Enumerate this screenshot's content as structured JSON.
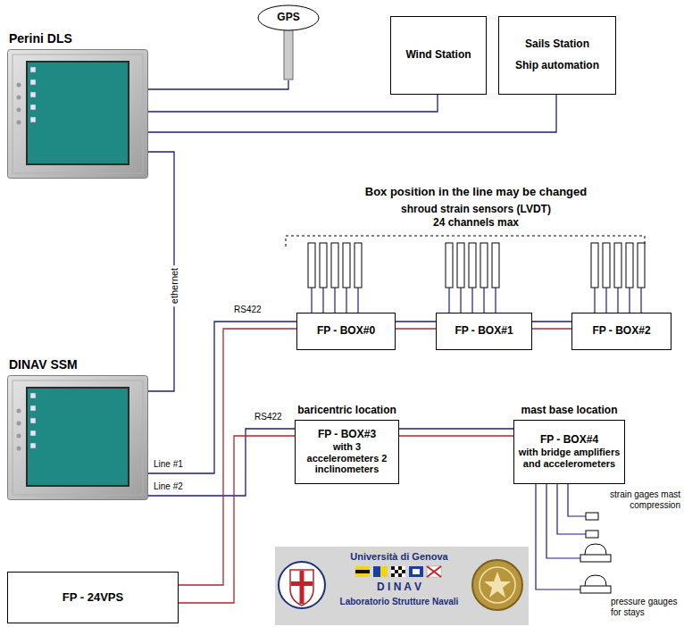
{
  "diagram": {
    "nodes": [
      {
        "text": [
          "Perini DLS"
        ]
      },
      {
        "text": [
          "GPS"
        ]
      },
      {
        "text": [
          "Wind Station"
        ]
      },
      {
        "text": [
          "Sails Station",
          "Ship automation"
        ]
      },
      {
        "text": [
          "DINAV SSM"
        ]
      },
      {
        "text": [
          "FP - BOX#0"
        ]
      },
      {
        "text": [
          "FP - BOX#1"
        ]
      },
      {
        "text": [
          "FP - BOX#2"
        ]
      },
      {
        "text": [
          "baricentric location",
          "FP - BOX#3",
          "with 3 accelerometers 2 inclinometers"
        ]
      },
      {
        "text": [
          "mast base location",
          "FP - BOX#4",
          "with bridge amplifiers and accelerometers"
        ]
      },
      {
        "text": [
          "FP - 24VPS"
        ]
      }
    ],
    "edges": [
      {
        "from": 0,
        "to": 1,
        "arrow": "none"
      },
      {
        "from": 0,
        "to": 2,
        "arrow": "none"
      },
      {
        "from": 0,
        "to": 3,
        "arrow": "none"
      },
      {
        "from": 0,
        "to": 4,
        "label": "ethernet",
        "arrow": "none"
      },
      {
        "from": 4,
        "to": 5,
        "arrow": "none"
      },
      {
        "from": 4,
        "to": 8,
        "arrow": "none"
      },
      {
        "from": 5,
        "to": 6,
        "arrow": "none"
      },
      {
        "from": 6,
        "to": 7,
        "arrow": "none"
      },
      {
        "from": 8,
        "to": 9,
        "arrow": "none"
      },
      {
        "from": 10,
        "to": 5,
        "arrow": "none"
      },
      {
        "from": 10,
        "to": 8,
        "arrow": "none"
      }
    ],
    "labels": [
      "Box position in the line may be changed",
      "shroud strain sensors (LVDT)",
      "24 channels max",
      "RS422",
      "RS422",
      "Line #1",
      "Line #2",
      "strain gages mast compression",
      "pressure gauges for stays",
      "Università di Genova",
      "D I N A V",
      "Laboratorio Strutture Navali"
    ]
  }
}
